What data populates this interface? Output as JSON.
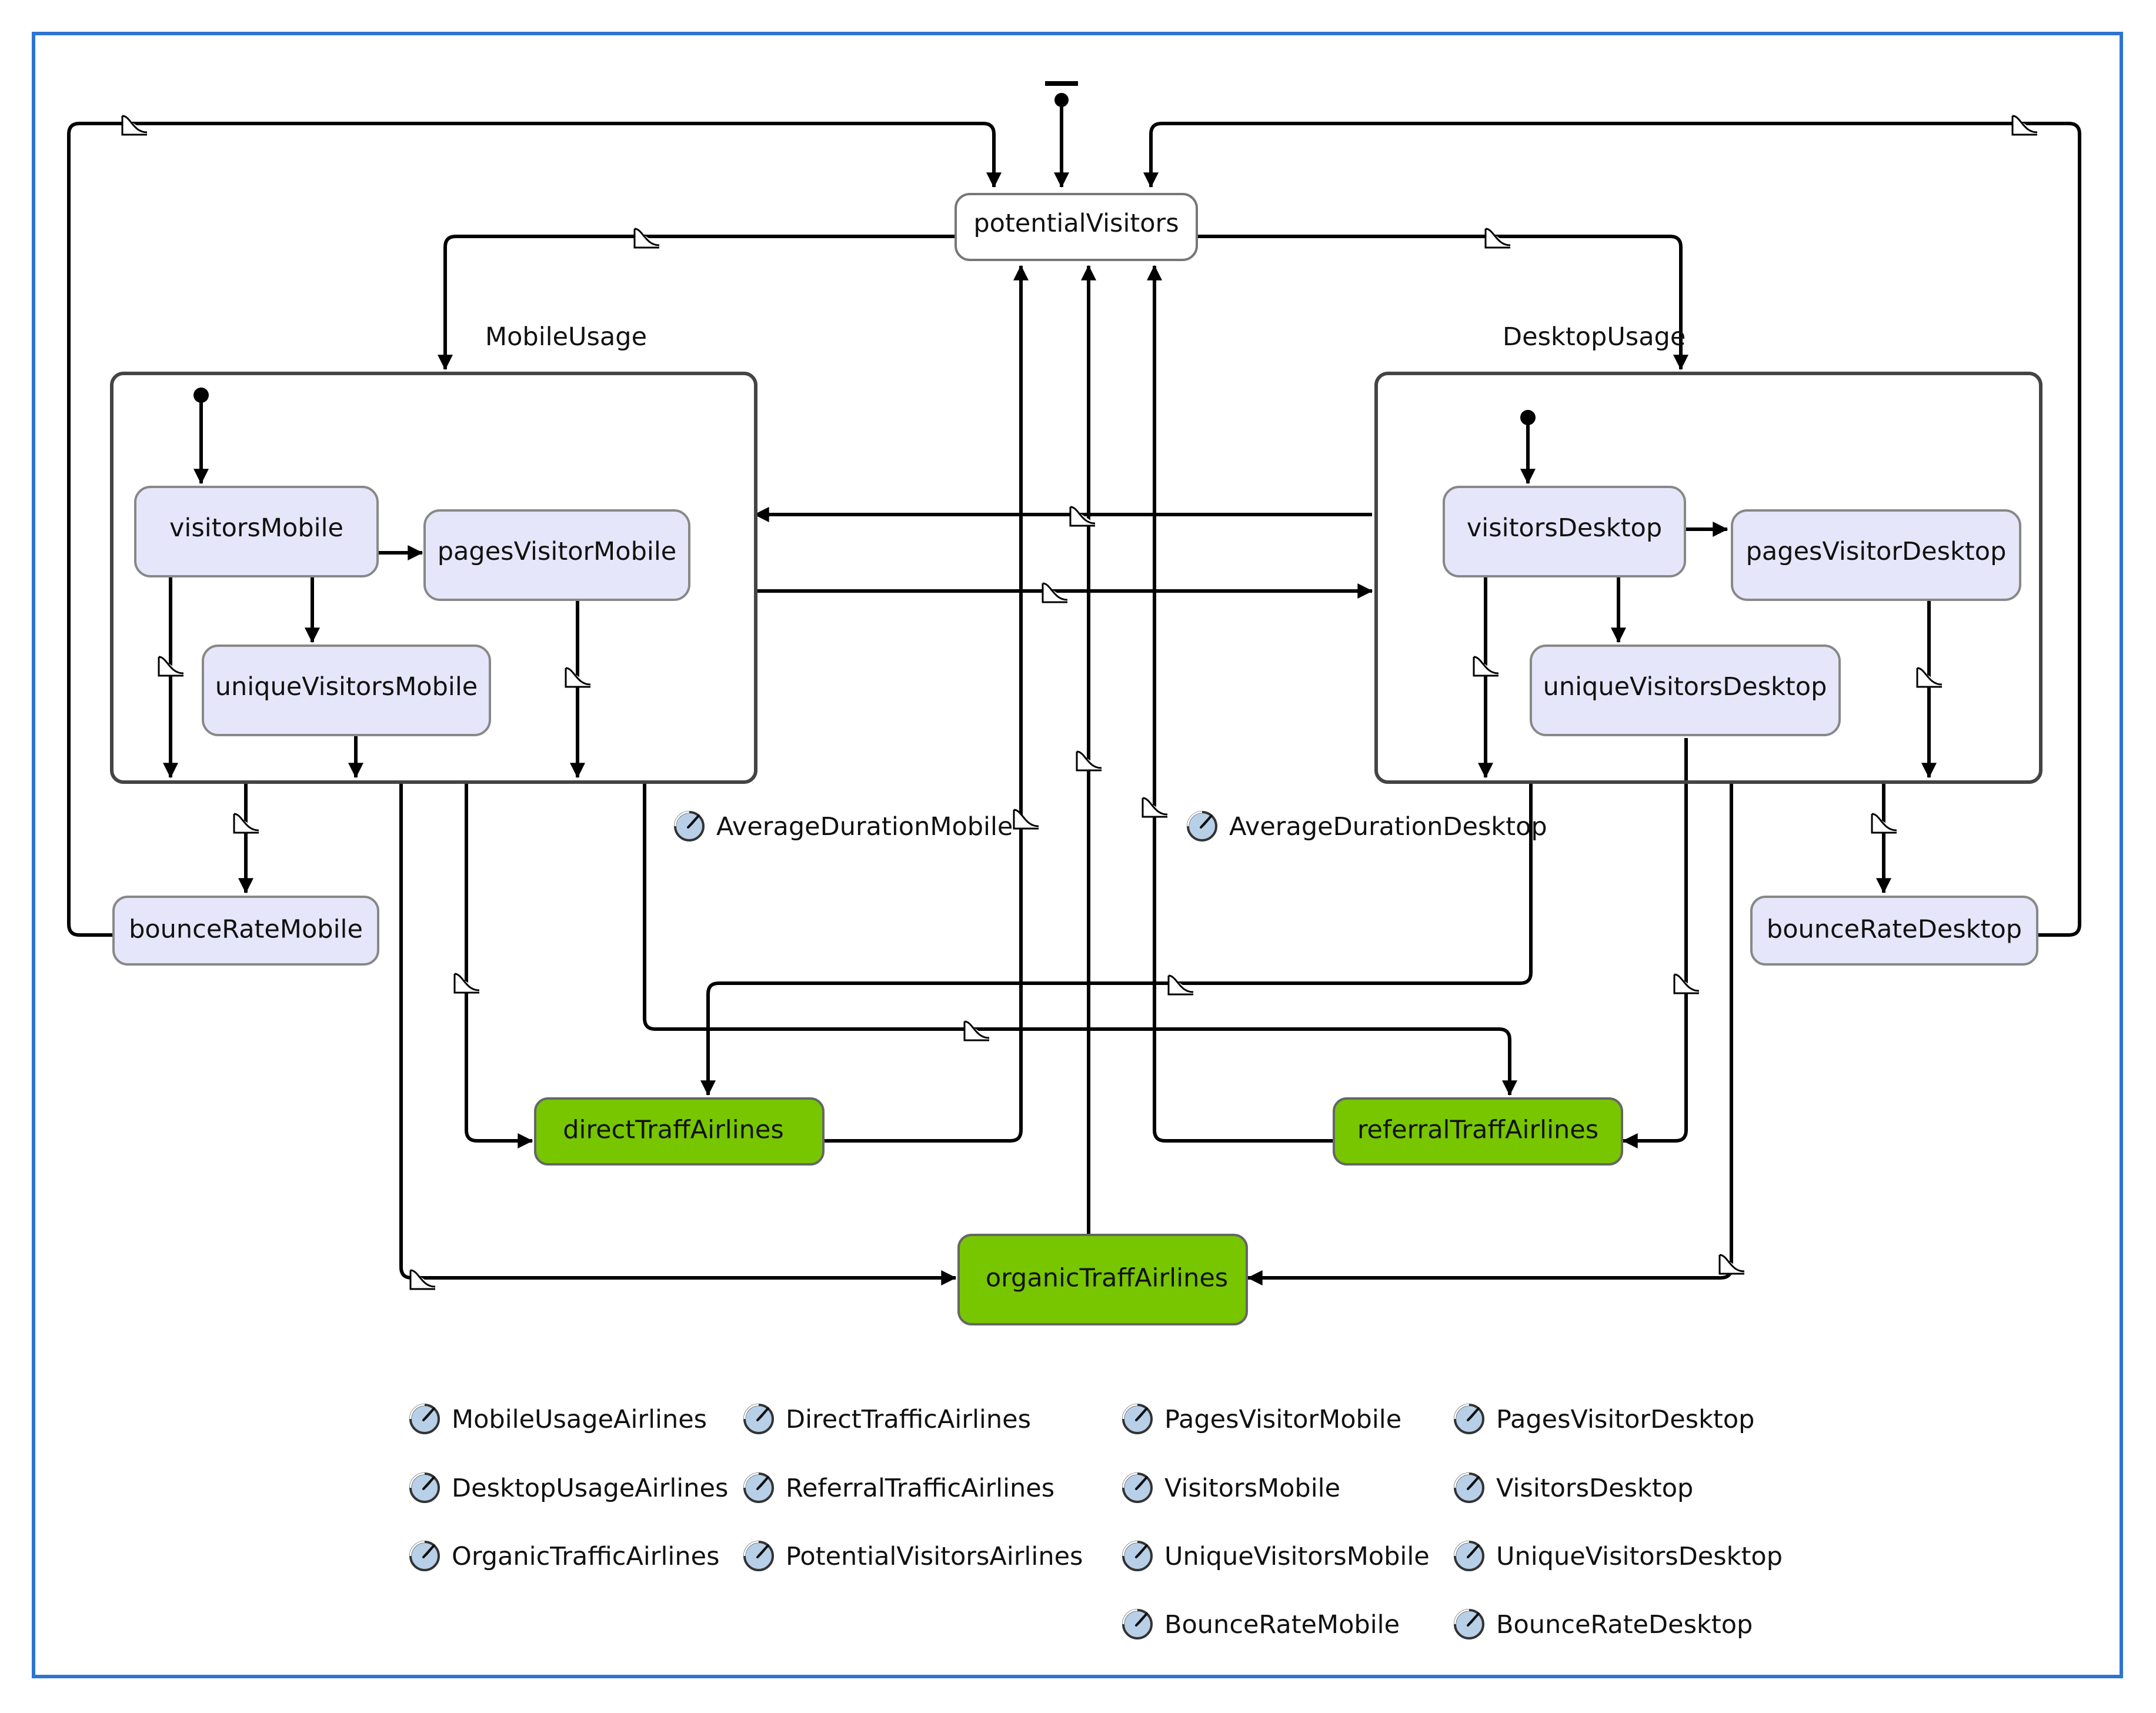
{
  "regions": [
    {
      "id": "mobile",
      "label": "MobileUsage"
    },
    {
      "id": "desktop",
      "label": "DesktopUsage"
    }
  ],
  "states": {
    "potentialVisitors": "potentialVisitors",
    "visitorsMobile": "visitorsMobile",
    "pagesVisitorMobile": "pagesVisitorMobile",
    "uniqueVisitorsMobile": "uniqueVisitorsMobile",
    "visitorsDesktop": "visitorsDesktop",
    "pagesVisitorDesktop": "pagesVisitorDesktop",
    "uniqueVisitorsDesktop": "uniqueVisitorsDesktop",
    "bounceRateMobile": "bounceRateMobile",
    "bounceRateDesktop": "bounceRateDesktop",
    "directTraffAirlines": "directTraffAirlines",
    "referralTraffAirlines": "referralTraffAirlines",
    "organicTraffAirlines": "organicTraffAirlines"
  },
  "inline_parameters": {
    "averageDurationMobile": "AverageDurationMobile",
    "averageDurationDesktop": "AverageDurationDesktop"
  },
  "parameters": [
    "MobileUsageAirlines",
    "DesktopUsageAirlines",
    "OrganicTrafficAirlines",
    "DirectTrafficAirlines",
    "ReferralTrafficAirlines",
    "PotentialVisitorsAirlines",
    "PagesVisitorMobile",
    "VisitorsMobile",
    "UniqueVisitorsMobile",
    "BounceRateMobile",
    "PagesVisitorDesktop",
    "VisitorsDesktop",
    "UniqueVisitorsDesktop",
    "BounceRateDesktop"
  ],
  "colors": {
    "frame": "#2e74d3",
    "inner_state_fill": "#e6e6fa",
    "traffic_state_fill": "#77c600",
    "potential_fill": "#ffffff",
    "edge": "#000000",
    "param_icon_fill": "#b8cfe8"
  },
  "icons": {
    "parameter": "parameter-gauge-icon",
    "timeout_transition": "timeout-transition-icon",
    "initial_pseudostate": "initial-state-icon"
  }
}
